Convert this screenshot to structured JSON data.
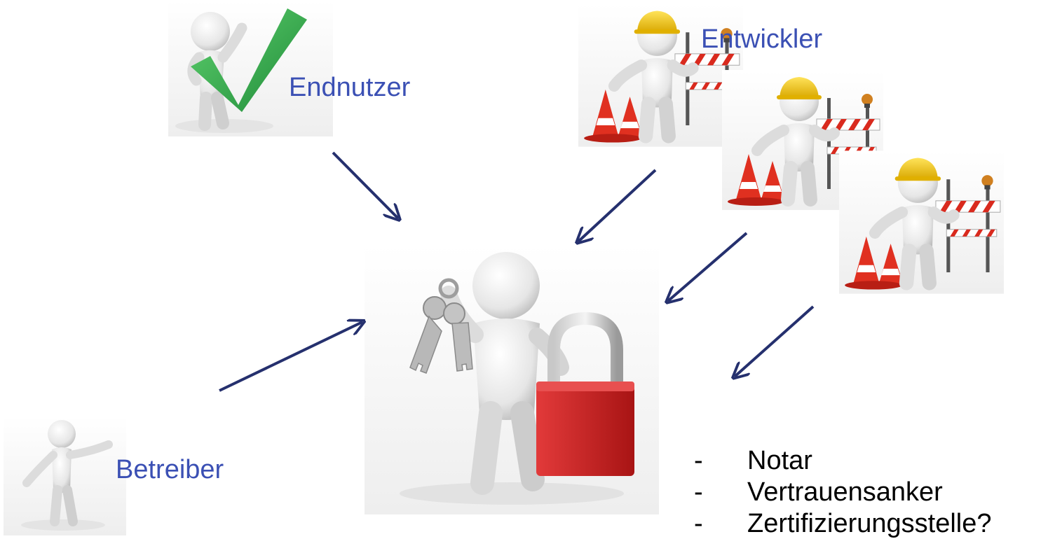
{
  "labels": {
    "endnutzer": "Endnutzer",
    "entwickler": "Entwickler",
    "betreiber": "Betreiber"
  },
  "list": {
    "bullet": "-",
    "items": [
      "Notar",
      "Vertrauensanker",
      "Zertifizierungsstelle?"
    ]
  },
  "colors": {
    "label_text": "#3b50b4",
    "arrow": "#25306e",
    "checkmark": "#2aa84a",
    "padlock": "#c81e1e",
    "hardhat": "#f2c200",
    "barrier_red": "#d92a1e",
    "figure": "#e9e9e9"
  },
  "icons": {
    "center_figure": "person-with-keys-and-padlock",
    "end_user": "person-with-checkmark",
    "developer": "construction-worker-with-barrier",
    "operator": "person-waving"
  }
}
